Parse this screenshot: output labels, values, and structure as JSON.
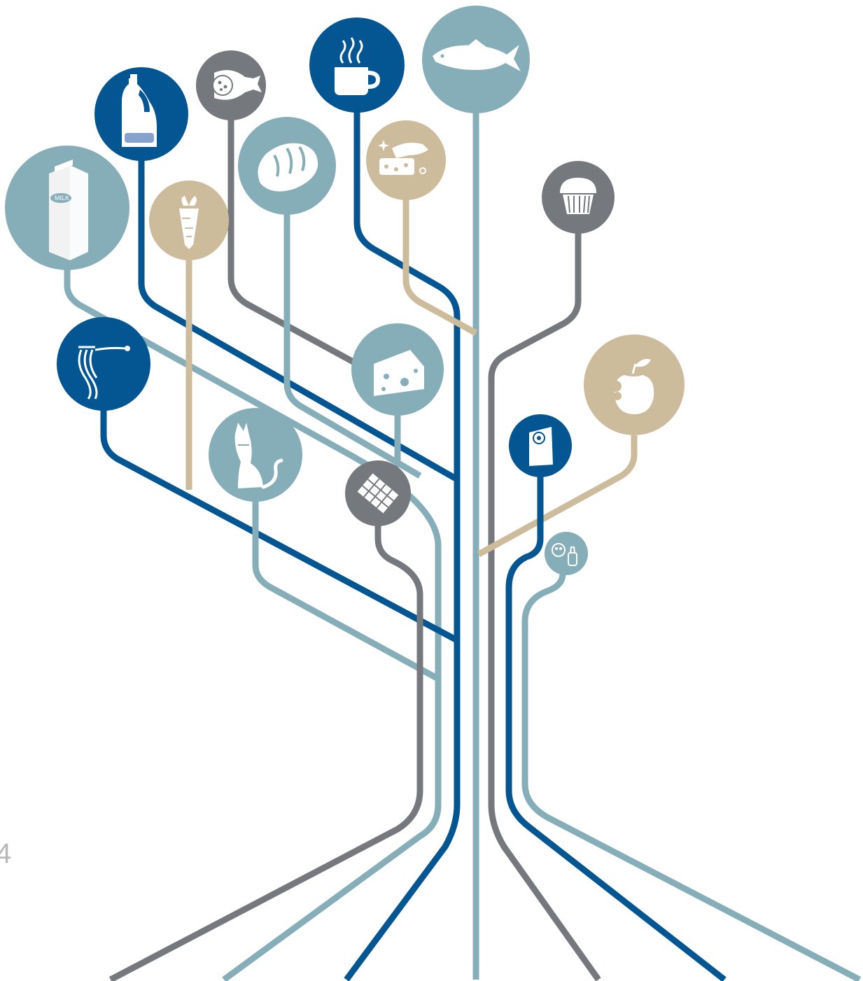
{
  "page": {
    "number": "4"
  },
  "palette": {
    "dark_blue": "#035692",
    "light_teal": "#86aeb9",
    "gray": "#75797d",
    "beige": "#cdbc9b"
  },
  "nodes": [
    {
      "name": "milk-carton-node",
      "icon": "milk-carton-icon",
      "label": "MILK"
    },
    {
      "name": "jug-node",
      "icon": "jug-icon"
    },
    {
      "name": "sausage-node",
      "icon": "sausage-icon"
    },
    {
      "name": "coffee-node",
      "icon": "hot-cup-icon"
    },
    {
      "name": "fish-node",
      "icon": "fish-icon"
    },
    {
      "name": "bread-node",
      "icon": "bread-icon"
    },
    {
      "name": "cleaning-node",
      "icon": "hand-sponge-icon"
    },
    {
      "name": "carrot-node",
      "icon": "carrot-icon"
    },
    {
      "name": "muffin-node",
      "icon": "muffin-icon"
    },
    {
      "name": "pasta-node",
      "icon": "pasta-fork-icon"
    },
    {
      "name": "cheese-node",
      "icon": "cheese-icon"
    },
    {
      "name": "apple-node",
      "icon": "apple-icon"
    },
    {
      "name": "paper-towel-node",
      "icon": "paper-towel-icon"
    },
    {
      "name": "cat-node",
      "icon": "cat-icon"
    },
    {
      "name": "chocolate-node",
      "icon": "chocolate-bar-icon"
    },
    {
      "name": "baby-node",
      "icon": "baby-bottle-icon"
    }
  ]
}
